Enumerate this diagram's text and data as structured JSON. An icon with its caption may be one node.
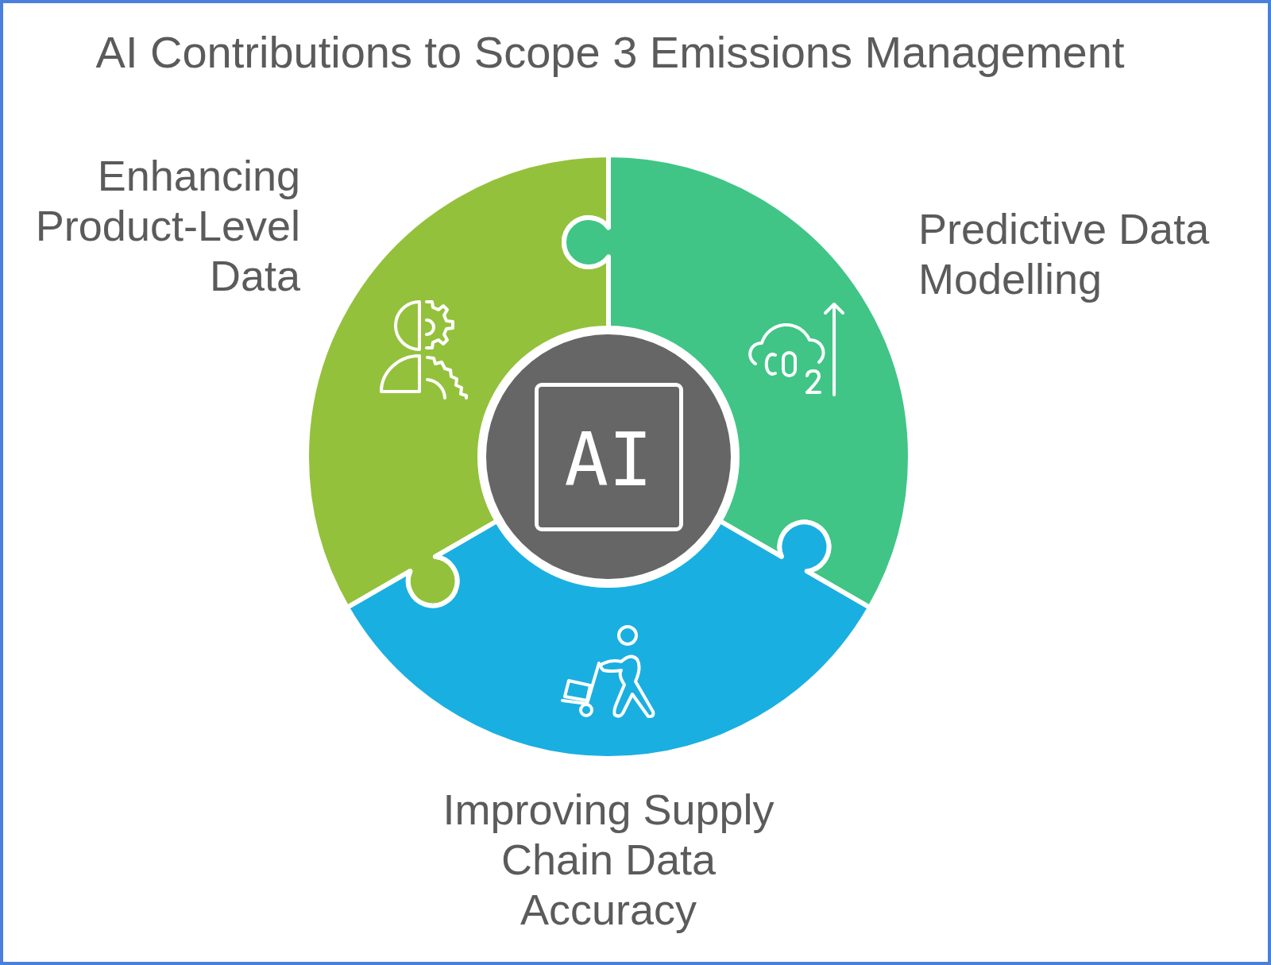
{
  "diagram": {
    "title": "AI Contributions to Scope 3 Emissions Management",
    "nodes": [
      {
        "text": [
          "Enhancing Product-Level Data"
        ]
      },
      {
        "text": [
          "Predictive Data Modelling"
        ]
      },
      {
        "text": [
          "AI"
        ]
      },
      {
        "text": [
          "Improving Supply Chain Data Accuracy"
        ]
      }
    ]
  }
}
